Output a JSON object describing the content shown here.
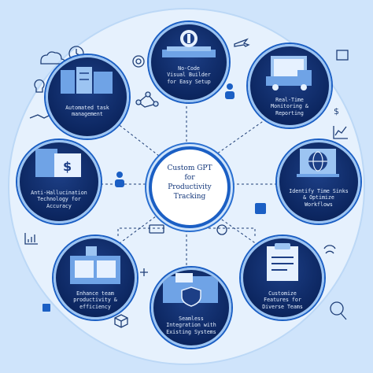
{
  "center": {
    "title": "Custom GPT\nfor\nProductivity\nTracking"
  },
  "nodes": [
    {
      "label": "No-Code\nVisual Builder\nfor Easy Setup",
      "icon": "badge-icon"
    },
    {
      "label": "Real-Time\nMonitoring &\nReporting",
      "icon": "truck-icon"
    },
    {
      "label": "Identify Time Sinks\n& Optimize\nWorkflows",
      "icon": "globe-icon"
    },
    {
      "label": "Customize\nFeatures for\nDiverse Teams",
      "icon": "clipboard-icon"
    },
    {
      "label": "Seamless\nIntegration with\nExisting Systems",
      "icon": "shield-icon"
    },
    {
      "label": "Enhance team\nproductivity &\nefficiency",
      "icon": "dashboard-icon"
    },
    {
      "label": "Anti-Hallucination\nTechnology for\nAccuracy",
      "icon": "dollar-screen-icon"
    },
    {
      "label": "Automated task\nmanagement",
      "icon": "servers-icon"
    }
  ],
  "colors": {
    "background": "#cfe4fb",
    "node_fill": "#0c2660",
    "accent": "#1b5fc4",
    "text": "#e6f1ff"
  }
}
